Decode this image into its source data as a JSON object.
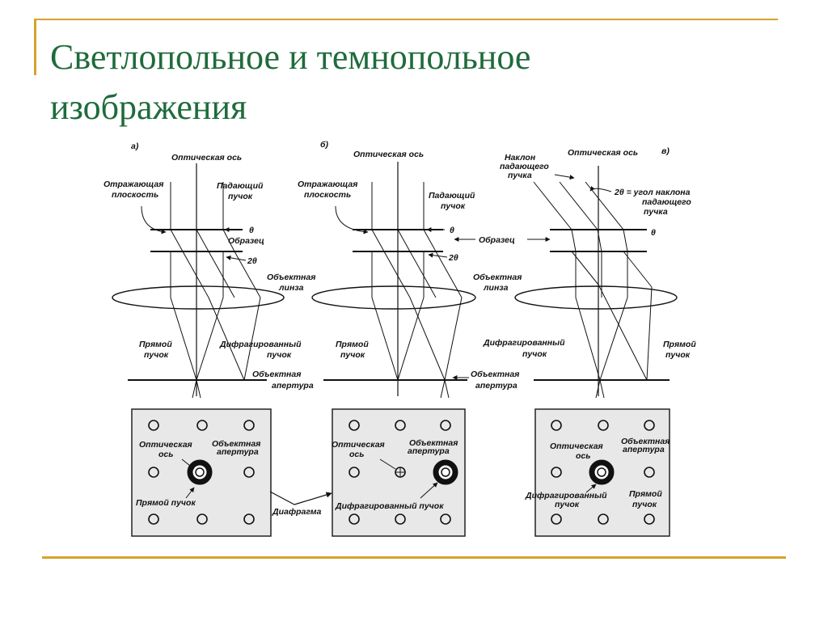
{
  "slide": {
    "title_line1": "Светлопольное и темнопольное",
    "title_line2": "изображения",
    "accent_color": "#d6a32c",
    "title_color": "#1f6b3c"
  },
  "figure": {
    "panel_labels": [
      "а)",
      "б)",
      "в)"
    ],
    "a": {
      "optical_axis": "Оптическая ось",
      "reflect_plane_1": "Отражающая",
      "reflect_plane_2": "плоскость",
      "incident_1": "Падающий",
      "incident_2": "пучок",
      "theta": "θ",
      "sample": "Образец",
      "two_theta": "2θ",
      "lens_1": "Объектная",
      "lens_2": "линза",
      "direct_1": "Прямой",
      "direct_2": "пучок",
      "diffracted_1": "Дифрагированный",
      "diffracted_2": "пучок",
      "aperture_1": "Объектная",
      "aperture_2": "апертура"
    },
    "b": {
      "optical_axis": "Оптическая ось",
      "reflect_plane_1": "Отражающая",
      "reflect_plane_2": "плоскость",
      "incident_1": "Падающий",
      "incident_2": "пучок",
      "theta": "θ",
      "sample": "Образец",
      "two_theta": "2θ",
      "lens_1": "Объектная",
      "lens_2": "линза",
      "direct_1": "Прямой",
      "direct_2": "пучок",
      "aperture_1": "Объектная",
      "aperture_2": "апертура"
    },
    "c": {
      "tilt_1": "Наклон",
      "tilt_2": "падающего",
      "tilt_3": "пучка",
      "optical_axis": "Оптическая ось",
      "angle_1": "2θ = угол наклона",
      "angle_2": "падающего",
      "angle_3": "пучка",
      "theta": "θ",
      "diffracted_1": "Дифрагированный",
      "diffracted_2": "пучок",
      "direct_1": "Прямой",
      "direct_2": "пучок"
    },
    "bottom": {
      "a_axis_1": "Оптическая",
      "a_axis_2": "ось",
      "a_aperture_1": "Объектная",
      "a_aperture_2": "апертура",
      "a_direct": "Прямой пучок",
      "diaphragm": "Диафрагма",
      "b_axis_1": "Оптическая",
      "b_axis_2": "ось",
      "b_aperture_1": "Объектная",
      "b_aperture_2": "апертура",
      "b_diffracted": "Дифрагированный пучок",
      "c_axis_1": "Оптическая",
      "c_axis_2": "ось",
      "c_aperture_1": "Объектная",
      "c_aperture_2": "апертура",
      "c_diffracted_1": "Дифрагированный",
      "c_diffracted_2": "пучок",
      "c_direct_1": "Прямой",
      "c_direct_2": "пучок"
    }
  }
}
